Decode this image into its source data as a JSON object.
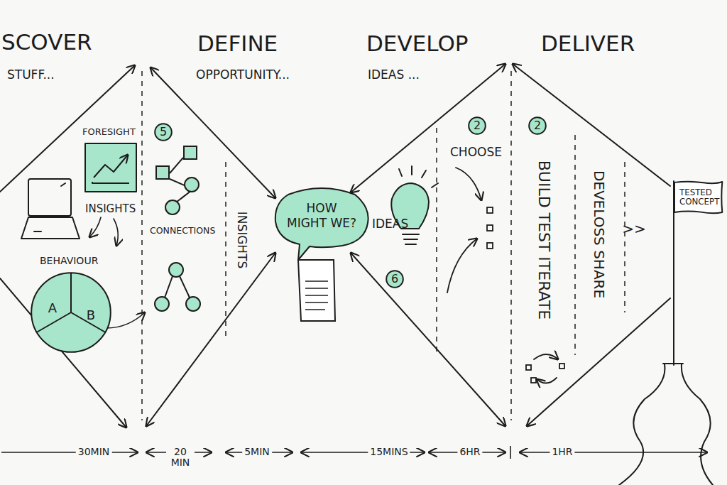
{
  "diagram": {
    "nodes": [
      {
        "text": [
          "5"
        ]
      },
      {
        "text": [
          "A",
          "B"
        ]
      },
      {
        "text": [
          "HOW MIGHT WE?"
        ]
      },
      {
        "text": [
          "6"
        ]
      },
      {
        "text": [
          "2"
        ]
      },
      {
        "text": [
          "2"
        ]
      },
      {
        "text": [
          "TESTED CONCEPT"
        ]
      }
    ],
    "labels": [
      "SCOVER",
      "STUFF...",
      "DEFINE",
      "OPPORTUNITY...",
      "DEVELOP",
      "IDEAS ...",
      "DELIVER",
      "FORESIGHT",
      "INSIGHTS",
      "BEHAVIOUR",
      "CONNECTIONS",
      "INSIGHTS",
      "IDEAS",
      "CHOOSE",
      "BUILD TEST ITERATE",
      "DEVELOSS SHARE",
      ">>",
      "30MIN",
      "20 MIN",
      "5MIN",
      "15MINS",
      "6HR",
      "1HR"
    ]
  }
}
